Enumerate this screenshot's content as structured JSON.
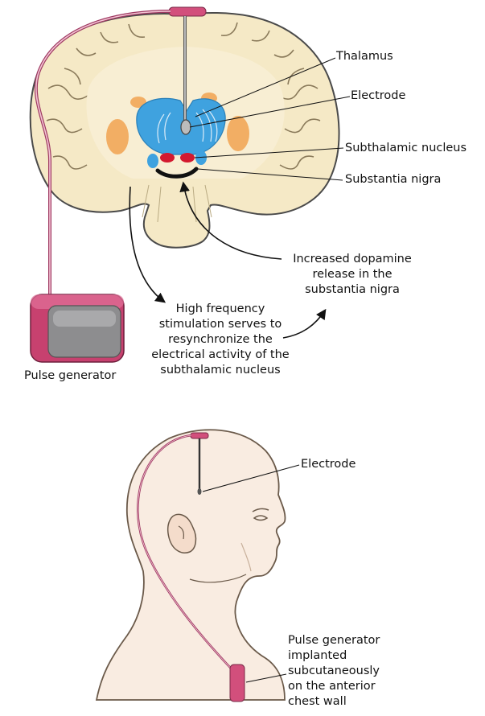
{
  "top_panel": {
    "labels": {
      "thalamus": "Thalamus",
      "electrode": "Electrode",
      "subthalamic_nucleus": "Subthalamic nucleus",
      "substantia_nigra": "Substantia nigra",
      "pulse_generator": "Pulse generator"
    },
    "annotations": {
      "dopamine": "Increased dopamine\nrelease in the\nsubstantia nigra",
      "stimulation": "High frequency\nstimulation serves to\nresynchronize the\nelectrical activity of the\nsubthalamic nucleus"
    }
  },
  "bottom_panel": {
    "labels": {
      "electrode": "Electrode",
      "pulse_generator_note": "Pulse generator\nimplanted\nsubcutaneously\non the anterior\nchest wall"
    }
  },
  "colors": {
    "brain_tissue": "#f5e9c6",
    "brain_outline": "#4a4a4a",
    "thalamus_blue": "#3fa2df",
    "nucleus_red": "#d3192f",
    "putamen_orange": "#f2ae64",
    "device_magenta": "#d24f7c",
    "device_gray": "#8d8d8f",
    "skin": "#f9ece1"
  },
  "icons": [
    "brain-coronal-section",
    "pulse-generator-device",
    "head-profile",
    "electrode-lead"
  ]
}
